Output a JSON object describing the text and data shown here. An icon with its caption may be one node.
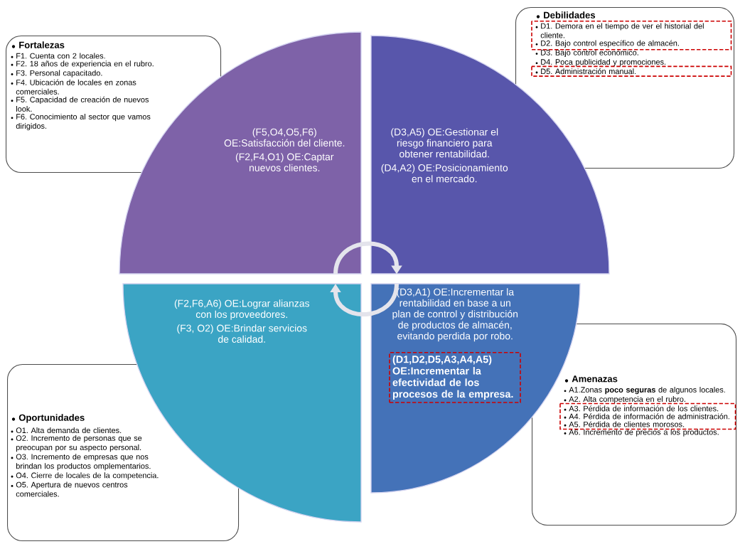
{
  "diagram": {
    "nodes": [
      {
        "text": [
          "Fortalezas",
          "F1. Cuenta con 2 locales.",
          "F2. 18 años de experiencia en el rubro.",
          "F3. Personal capacitado.",
          "F4. Ubicación de locales en zonas comerciales.",
          "F5. Capacidad de creación de nuevos look.",
          "F6. Conocimiento al sector que vamos dirigidos."
        ]
      },
      {
        "text": [
          "Debilidades",
          "D1. Demora en el tiempo de ver el historial del cliente.",
          "D2. Bajo control específico de almacén.",
          "D3. Bajo control económico.",
          "D4. Poca publicidad y promociones.",
          "D5. Administración manual."
        ]
      },
      {
        "text": [
          "Oportunidades",
          "O1. Alta demanda de clientes.",
          "O2. Incremento de personas que se preocupan por su aspecto personal.",
          "O3. Incremento de empresas que nos brindan los productos omplementarios.",
          "O4. Cierre de locales de la competencia.",
          "O5. Apertura de nuevos centros comerciales."
        ]
      },
      {
        "text": [
          "Amenazas",
          "A1.Zonas **poco seguras** de algunos locales.",
          "A2. Alta competencia en el rubro.",
          "A3. Pérdida de información de los clientes.",
          "A4. Pérdida de información de administración.",
          "A5. Pérdida de clientes morosos.",
          "A6. Incremento de precios a los productos."
        ]
      },
      {
        "text": [
          "(F5,O4,O5,F6) OE:Satisfacción del cliente.",
          "(F2,F4,O1) OE:Captar nuevos clientes."
        ]
      },
      {
        "text": [
          "(D3,A5) OE:Gestionar el riesgo financiero para obtener rentabilidad.",
          "(D4,A2) OE:Posicionamiento en el mercado."
        ]
      },
      {
        "text": [
          "(F2,F6,A6) OE:Lograr alianzas con los proveedores.",
          "(F3, O2) OE:Brindar servicios de calidad."
        ]
      },
      {
        "text": [
          "(D3,A1) OE:Incrementar la rentabilidad en base a un plan de control y distribución de productos de almacén, evitando perdida por robo."
        ]
      },
      {
        "text": [
          "(D1,D2,D5,A3,A4,A5) OE:Incrementar la efectividad de los procesos de la empresa."
        ],
        "in": 7
      }
    ],
    "edges": [
      {
        "from": 4,
        "to": 5,
        "arrow": "to"
      },
      {
        "from": 7,
        "to": 6,
        "arrow": "to"
      }
    ]
  }
}
